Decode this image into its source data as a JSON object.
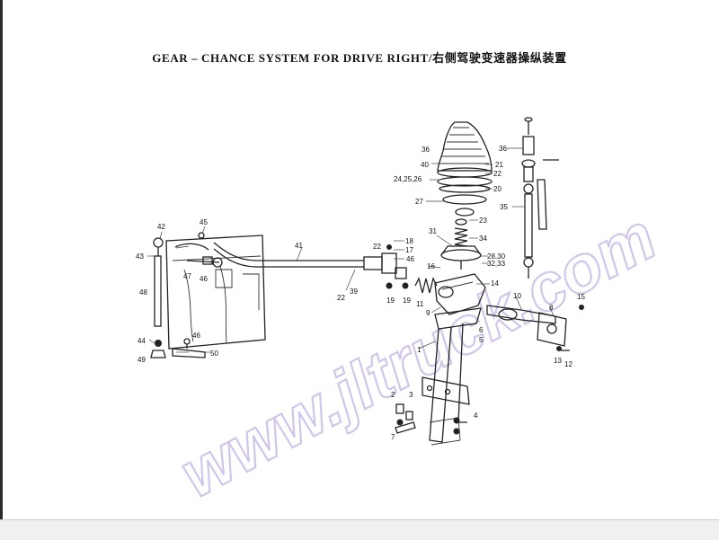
{
  "title": "GEAR – CHANCE SYSTEM FOR DRIVE RIGHT/右侧驾驶变速器操纵装置",
  "watermark": "www.jltruck.com",
  "callouts": [
    "1",
    "2",
    "3",
    "4",
    "5",
    "6",
    "7",
    "8",
    "9",
    "10",
    "11",
    "12",
    "13",
    "14",
    "15",
    "16",
    "17",
    "18",
    "19",
    "20",
    "21",
    "22",
    "23",
    "24,25,26",
    "27",
    "28,30",
    "31",
    "32,33",
    "34",
    "35",
    "36",
    "39",
    "40",
    "41",
    "42",
    "43",
    "44",
    "45",
    "46",
    "47",
    "48",
    "49",
    "50"
  ]
}
